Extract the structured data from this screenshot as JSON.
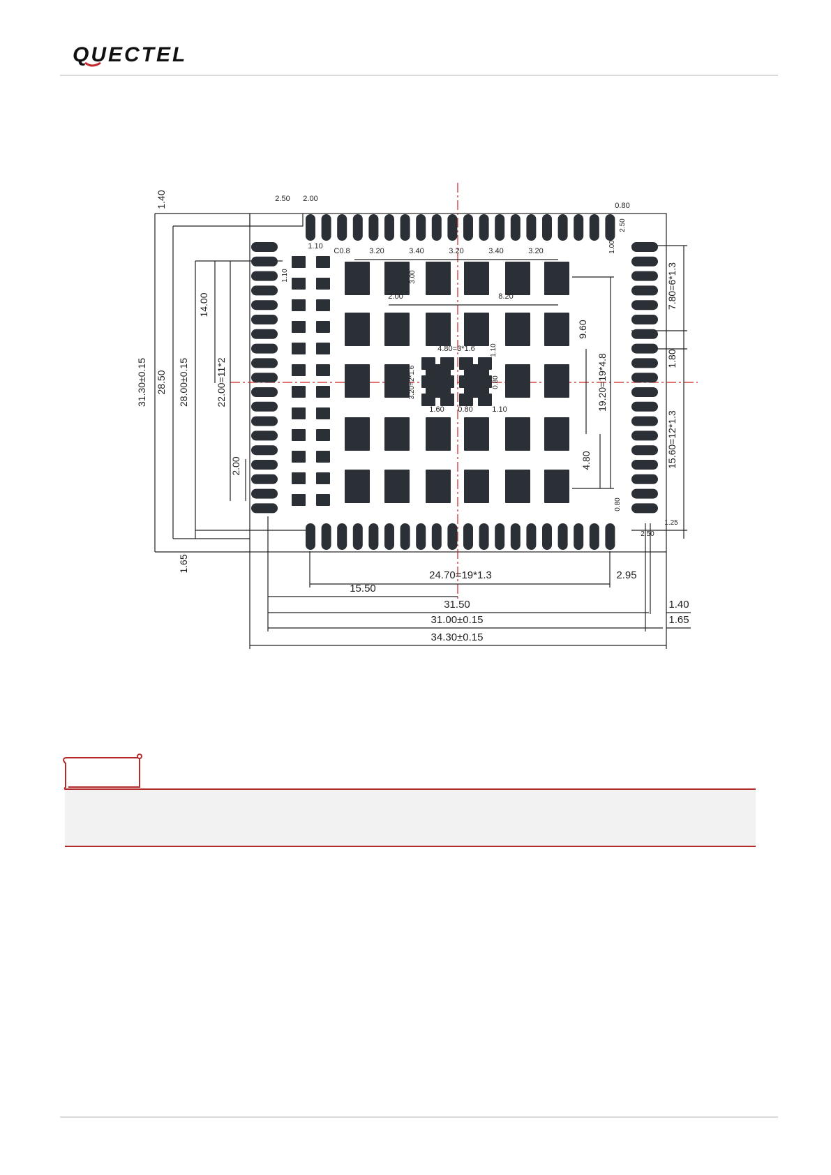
{
  "header": {
    "logo_text": "QUECTEL"
  },
  "drawing": {
    "top_dims": [
      "2.50",
      "2.00",
      "0.80",
      "2.50",
      "1.00",
      "1.10",
      "C0.8",
      "3.20",
      "3.40",
      "3.20",
      "3.40",
      "3.20"
    ],
    "pad_dims": [
      "1.10",
      "3.00",
      "2.00",
      "8.20",
      "9.60",
      "4.80=3*1.6",
      "1.10",
      "3.20=2*1.6",
      "1.60",
      "0.80",
      "1.10",
      "0.80",
      "19.20=19*4.8",
      "4.80",
      "0.80",
      "1.25",
      "2.50"
    ],
    "left_dims": [
      "1.40",
      "31.30±0.15",
      "28.50",
      "28.00±0.15",
      "14.00",
      "22.00=11*2",
      "2.00",
      "1.65"
    ],
    "right_dims": [
      "7.80=6*1.3",
      "1.80",
      "15.60=12*1.3"
    ],
    "bottom_dims": [
      "24.70=19*1.3",
      "2.95",
      "15.50",
      "31.50",
      "1.40",
      "31.00±0.15",
      "1.65",
      "34.30±0.15"
    ]
  },
  "colors": {
    "accent": "#b22a2a",
    "centerline": "#cc2222",
    "pad": "#2b2f36"
  }
}
